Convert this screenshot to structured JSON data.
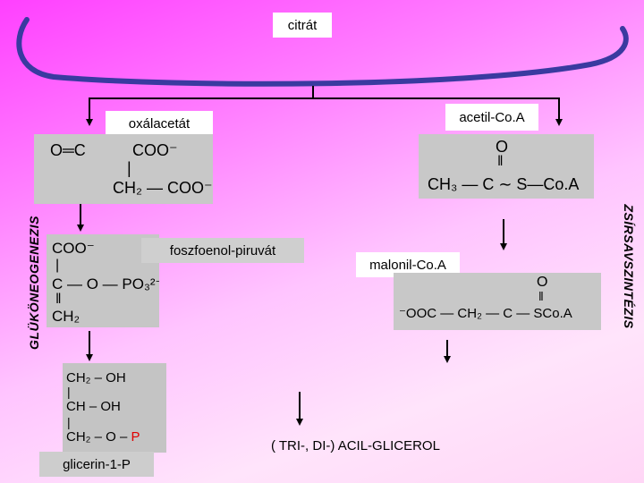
{
  "labels": {
    "citrat": "citrát",
    "oxalacetat": "oxálacetát",
    "acetilcoa": "acetil-Co.A",
    "foszfoenol": "foszfoenol-piruvát",
    "malonil": "malonil-Co.A",
    "glicerin": "glicerin-1-P",
    "acilglicerol": "( TRI-, DI-) ACIL-GLICEROL",
    "glukoneogenezis": "GLÜKÖNEOGENEZIS",
    "zsirsav": "ZSÍRSAVSZINTÉZIS"
  },
  "structures": {
    "oxalacetate": {
      "line1_a": "O═C",
      "line1_b": "COO⁻",
      "line2": "CH₂ — COO⁻"
    },
    "acetylcoa": {
      "o": "O",
      "main": "CH₃ — C ∼ S—Co.A"
    },
    "pep": {
      "coo": "COO⁻",
      "c_o": "C — O — PO₃²⁻",
      "ch2": "CH₂"
    },
    "malonylcoa": {
      "o": "O",
      "main": "⁻OOC — CH₂ — C — SCo.A"
    },
    "glycerol": {
      "l1": "CH₂ – OH",
      "l2": "CH – OH",
      "l3a": "CH₂ – O – ",
      "l3b": "P"
    }
  },
  "colors": {
    "phosphate_p": "#e00000",
    "background_start": "#ff40ff",
    "background_end": "#ffe4fb"
  }
}
